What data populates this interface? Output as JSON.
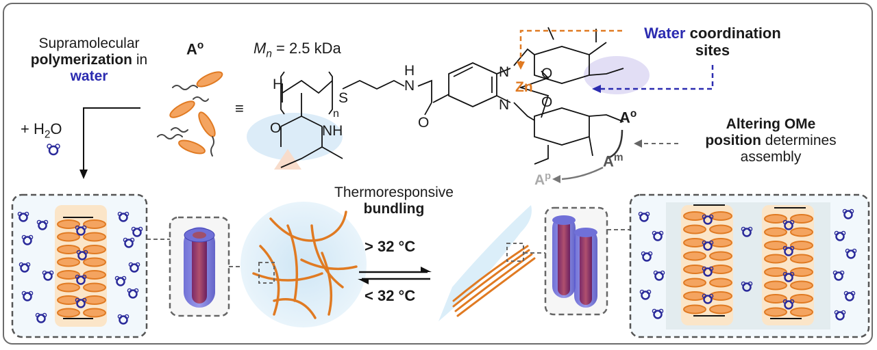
{
  "left_text": {
    "line1": "Supramolecular",
    "line2_bold": "polymerization",
    "line2_rest": " in",
    "line3_blue": "water"
  },
  "monomer_label": {
    "base": "A",
    "sup": "o"
  },
  "water_add": {
    "prefix": "+ H",
    "sub": "2",
    "suffix": "O"
  },
  "equiv_symbol": "≡",
  "mn_label": {
    "var": "M",
    "sub": "n",
    "rest": " = 2.5 kDa"
  },
  "chem_atoms": {
    "H": "H",
    "n": "n",
    "S": "S",
    "NH_top": "H",
    "N_top": "N",
    "O_amide": "O",
    "O_pnipam": "O",
    "NH_pnipam": "NH",
    "N1": "N",
    "N2": "N",
    "Zn": "Zn",
    "O1": "O",
    "O2": "O"
  },
  "water_sites": {
    "blue": "Water",
    "rest1": " coordination",
    "line2": "sites"
  },
  "ao_side": {
    "base": "A",
    "sup": "o"
  },
  "am_side": {
    "base": "A",
    "sup": "m"
  },
  "ap_side": {
    "base": "A",
    "sup": "p"
  },
  "altering": {
    "bold1": "Altering OMe",
    "bold2": "position",
    "rest2": " determines",
    "line3": "assembly"
  },
  "thermo": {
    "line1": "Thermoresponsive",
    "line2": "bundling"
  },
  "temps": {
    "above": "> 32 °C",
    "below": "< 32 °C"
  },
  "colors": {
    "orange": "#e07a22",
    "blue": "#2b2bb0",
    "water_blue": "#2a2a9a",
    "glow": "#d8ecf7"
  }
}
